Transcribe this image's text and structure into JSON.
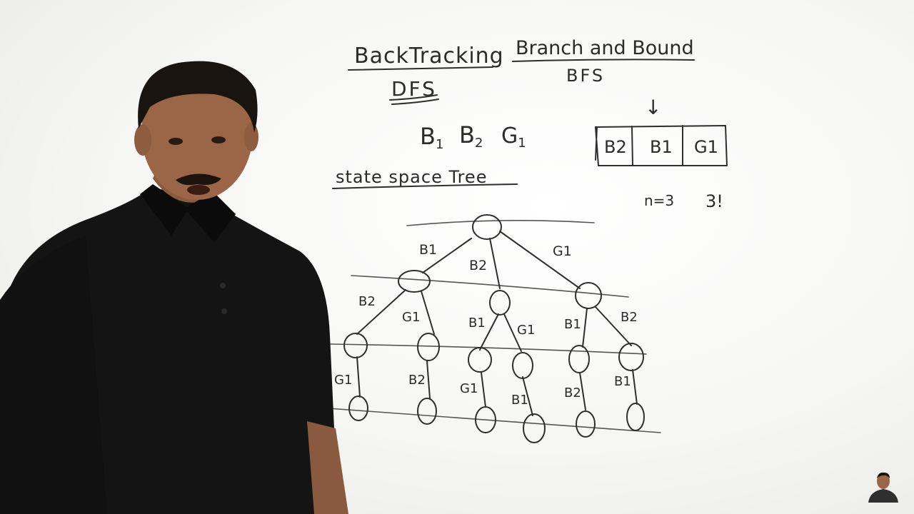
{
  "board": {
    "left_heading": "BackTracking",
    "left_sub": "DFS",
    "right_heading": "Branch and Bound",
    "right_sub": "BFS",
    "sequence": {
      "b1": "B",
      "b1_sub": "1",
      "b2": "B",
      "b2_sub": "2",
      "g1": "G",
      "g1_sub": "1"
    },
    "queue": {
      "arrow": "↓",
      "cells": [
        "B2",
        "B1",
        "G1"
      ]
    },
    "n_label": "n=3",
    "factorial": "3!",
    "tree_title": "state space Tree",
    "tree": {
      "level1_edges": [
        "B1",
        "B2",
        "G1"
      ],
      "level2_edges": [
        "B2",
        "G1",
        "B1",
        "G1",
        "B1",
        "B2"
      ],
      "level3_edges": [
        "G1",
        "B2",
        "G1",
        "B1",
        "B2",
        "B1"
      ]
    }
  },
  "colors": {
    "ink": "#2e2e2e",
    "board": "#f7f7f5",
    "shirt": "#121212"
  }
}
